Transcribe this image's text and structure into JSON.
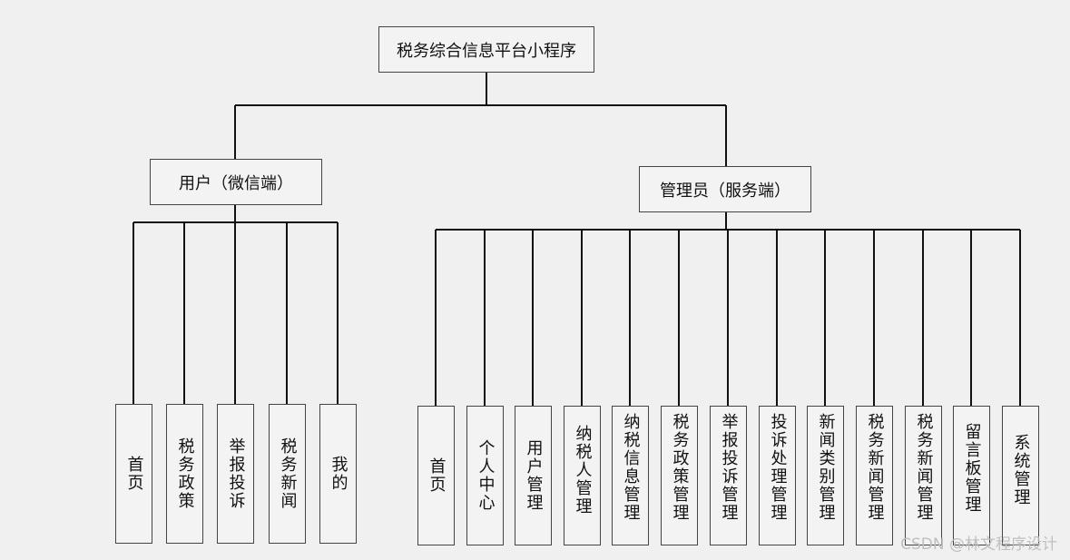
{
  "root": {
    "label": "税务综合信息平台小程序"
  },
  "branches": [
    {
      "label": "用户（微信端）",
      "items": [
        "首页",
        "税务政策",
        "举报投诉",
        "税务新闻",
        "我的"
      ]
    },
    {
      "label": "管理员（服务端）",
      "items": [
        "首页",
        "个人中心",
        "用户管理",
        "纳税人管理",
        "纳税信息管理",
        "税务政策管理",
        "举报投诉管理",
        "投诉处理管理",
        "新闻类别管理",
        "税务新闻管理",
        "税务新闻管理",
        "留言板管理",
        "系统管理"
      ]
    }
  ],
  "watermark": "CSDN @林文程序设计",
  "colors": {
    "line": "#111111",
    "box_border": "#444444",
    "background": "#f0f0f0"
  }
}
